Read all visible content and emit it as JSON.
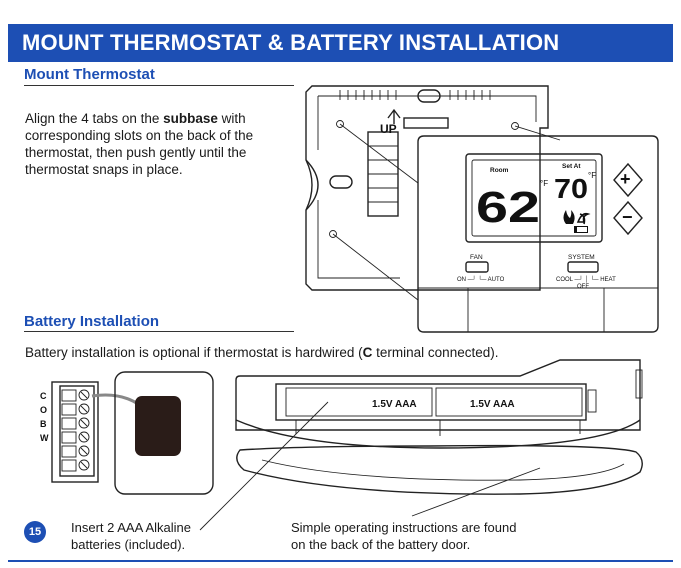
{
  "header": {
    "title": "MOUNT THERMOSTAT & BATTERY INSTALLATION"
  },
  "mount": {
    "title": "Mount Thermostat",
    "text_before": "Align the 4 tabs on the ",
    "text_bold": "subbase",
    "text_after": " with corresponding slots on the back of the thermostat, then push gently until the thermostat snaps in place."
  },
  "battery": {
    "title": "Battery Installation",
    "intro_before": "Battery installation is optional if thermostat is hardwired (",
    "intro_bold": "C",
    "intro_after": " terminal connected).",
    "callout_left": "Insert 2 AAA Alkaline batteries (included).",
    "callout_right": "Simple operating instructions are found on the back of the battery door."
  },
  "diagram": {
    "up_label": "UP",
    "room_label": "Room",
    "set_label": "Set At",
    "room_temp": "62",
    "set_temp": "70",
    "unit": "°F",
    "fan_label": "FAN",
    "fan_options": "ON ─┘ └─ AUTO",
    "system_label": "SYSTEM",
    "system_options": "COOL ─┘ │ └─ HEAT",
    "system_off": "OFF",
    "terminals": [
      "C",
      "O",
      "B",
      "W"
    ],
    "battery_label_1": "1.5V AAA",
    "battery_label_2": "1.5V AAA"
  },
  "page": {
    "number": "15"
  }
}
